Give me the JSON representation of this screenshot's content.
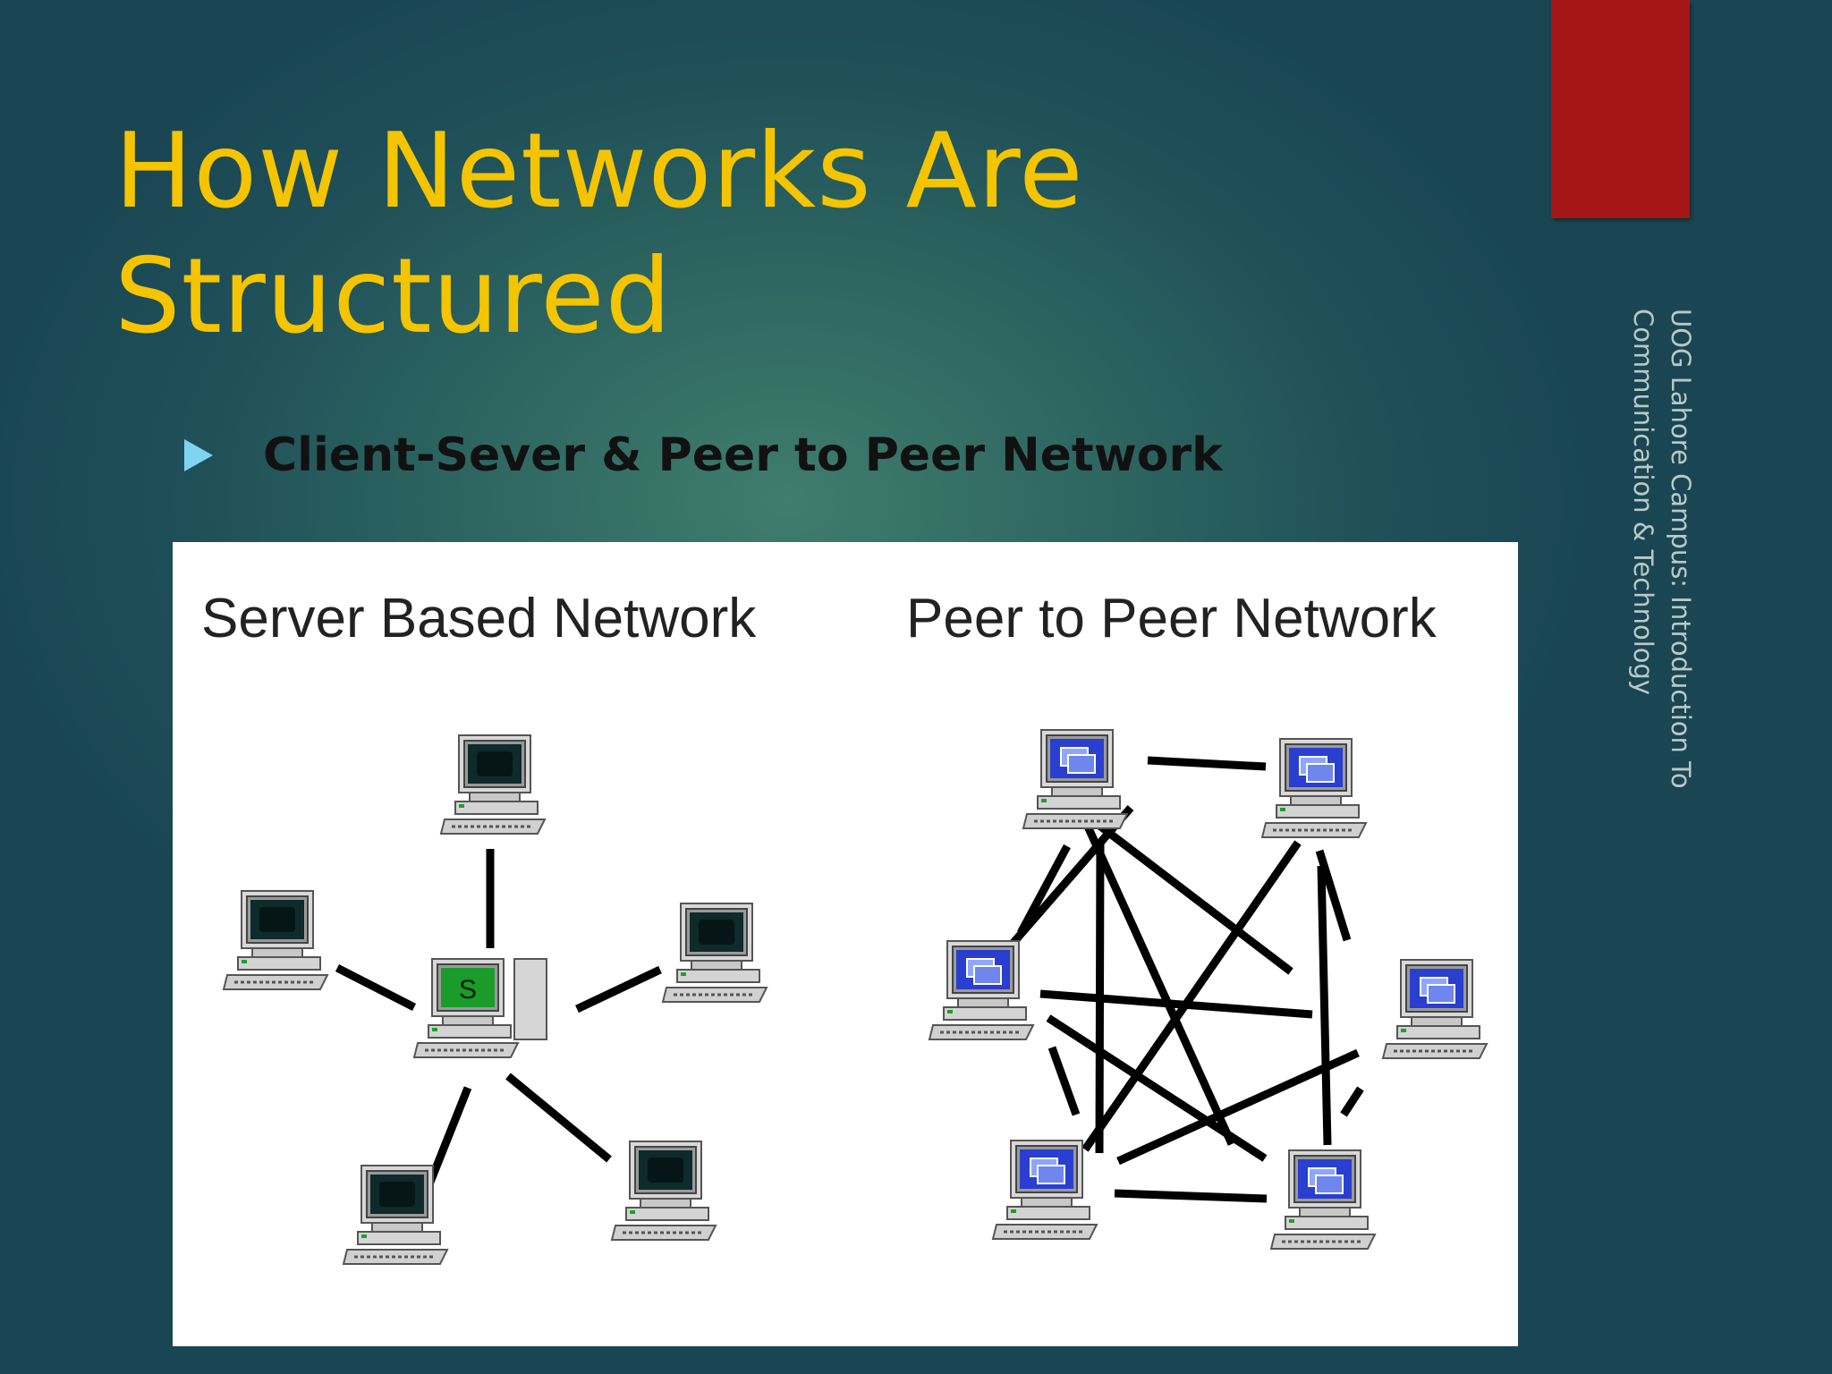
{
  "slide": {
    "title_lines": [
      "How Networks Are",
      "Structured"
    ],
    "bullet": "Client-Sever & Peer to Peer Network",
    "footer_lines": [
      "UOG Lahore Campus:  Introduction To",
      "Communication & Technology"
    ]
  },
  "figure": {
    "server_heading": "Server Based Network",
    "peer_heading": "Peer to Peer Network",
    "server_label": "S"
  },
  "colors": {
    "title": "#f5c400",
    "accent_bar": "#a51616",
    "bullet_arrow": "#7fd4f0",
    "server_screen": "#1a9b2a",
    "peer_screen": "#2a3fcf",
    "client_screen": "#0e2a2a"
  }
}
